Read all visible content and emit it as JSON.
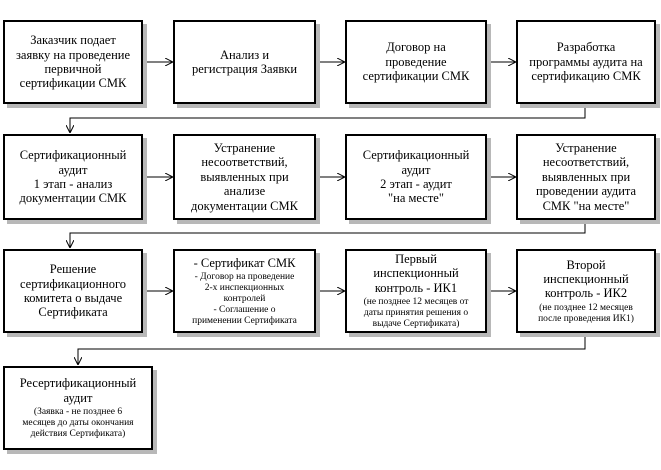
{
  "boxes": {
    "b1": "Заказчик подает\nзаявку на проведение\nпервичной\nсертификации СМК",
    "b2": "Анализ и\nрегистрация Заявки",
    "b3": "Договор на\nпроведение\nсертификации СМК",
    "b4": "Разработка\nпрограммы аудита на\nсертификацию СМК",
    "b5": "Сертификационный\nаудит\n1 этап - анализ\nдокументации СМК",
    "b6": "Устранение\nнесоответствий,\nвыявленных при\nанализе\nдокументации СМК",
    "b7": "Сертификационный\nаудит\n2 этап - аудит\n\"на месте\"",
    "b8": "Устранение\nнесоответствий,\nвыявленных при\nпроведении аудита\nСМК \"на месте\"",
    "b9": "Решение\nсертификационного\nкомитета о выдаче\nСертификата",
    "b10_title": "- Сертификат СМК",
    "b10_items": "- Договор на проведение\n2-х инспекционных\nконтролей\n- Соглашение о\nприменении Сертификата",
    "b11_main": "Первый\nинспекционный\nконтроль - ИК1",
    "b11_note": "(не позднее 12 месяцев от\nдаты принятия решения о\nвыдаче Сертификата)",
    "b12_main": "Второй\nинспекционный\nконтроль - ИК2",
    "b12_note": "(не позднее 12 месяцев\nпосле проведения ИК1)",
    "b13_main": "Ресертификационный\nаудит",
    "b13_note": "(Заявка - не позднее 6\nмесяцев до даты окончания\nдействия Сертификата)"
  }
}
